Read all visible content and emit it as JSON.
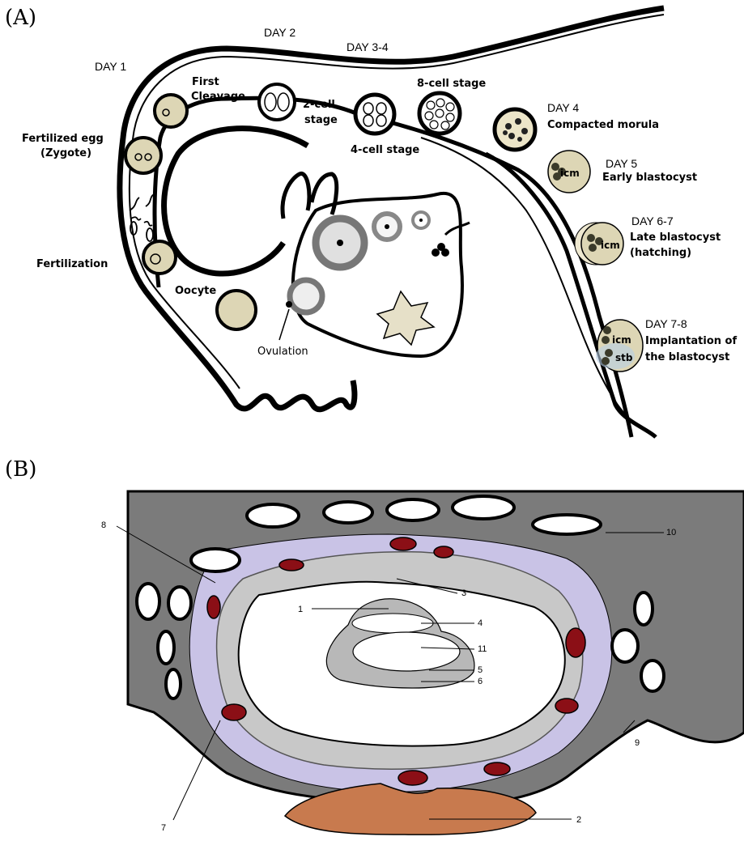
{
  "panels": {
    "a": "(A)",
    "b": "(B)"
  },
  "days": {
    "d1": "DAY 1",
    "d2": "DAY 2",
    "d34": "DAY 3-4",
    "d4": "DAY 4",
    "d5": "DAY 5",
    "d67": "DAY 6-7",
    "d78": "DAY 7-8"
  },
  "stages": {
    "first_cleavage": [
      "First",
      "Cleavage"
    ],
    "two_cell": [
      "2-cell",
      "stage"
    ],
    "four_cell": "4-cell stage",
    "eight_cell": "8-cell stage",
    "morula": "Compacted morula",
    "early_blast": "Early blastocyst",
    "late_blast": [
      "Late blastocyst",
      "(hatching)"
    ],
    "implant": [
      "Implantation of",
      "the blastocyst"
    ],
    "zygote": [
      "Fertilized egg",
      "(Zygote)"
    ],
    "fertilization": "Fertilization",
    "oocyte": "Oocyte",
    "ovulation": "Ovulation"
  },
  "cell_labels": {
    "icm": "icm",
    "stb": "stb"
  },
  "b_numbers": [
    "1",
    "2",
    "3",
    "4",
    "5",
    "6",
    "7",
    "8",
    "9",
    "10",
    "11"
  ],
  "colors": {
    "tissue_dark": "#7b7b7b",
    "lavender": "#c9c3e6",
    "cavity_grey": "#c8c8c8",
    "vessel": "#8b0f16",
    "placenta": "#c87a4e",
    "blastocyst": "#ddd6b5"
  }
}
